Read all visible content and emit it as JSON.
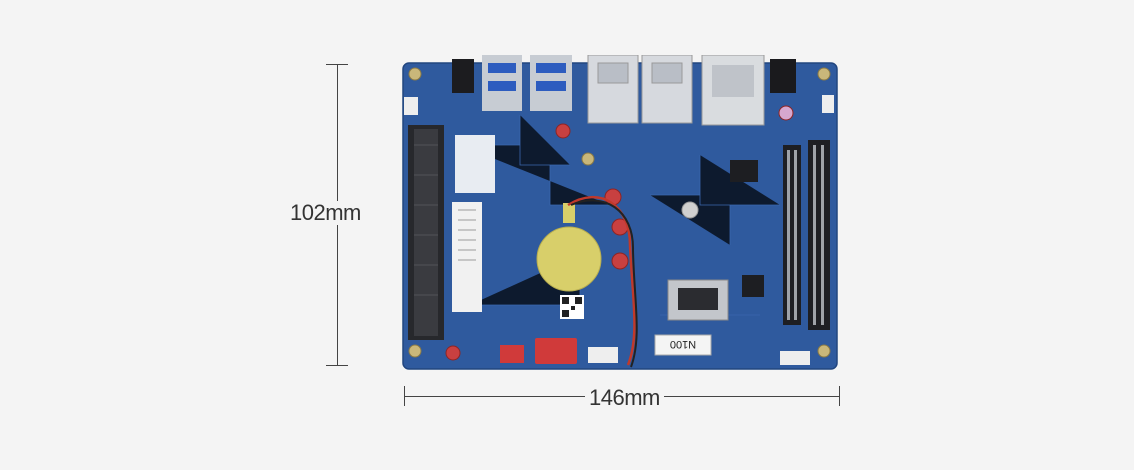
{
  "dimensions": {
    "height_label": "102mm",
    "width_label": "146mm"
  },
  "board": {
    "silkscreen_label": "N100",
    "colors": {
      "pcb": "#2f5a9e",
      "pcb_dark": "#244a86",
      "background": "#f4f4f4",
      "battery": "#d8cf6a",
      "connector_red": "#d03a3a",
      "metal": "#c7ccd3"
    }
  }
}
